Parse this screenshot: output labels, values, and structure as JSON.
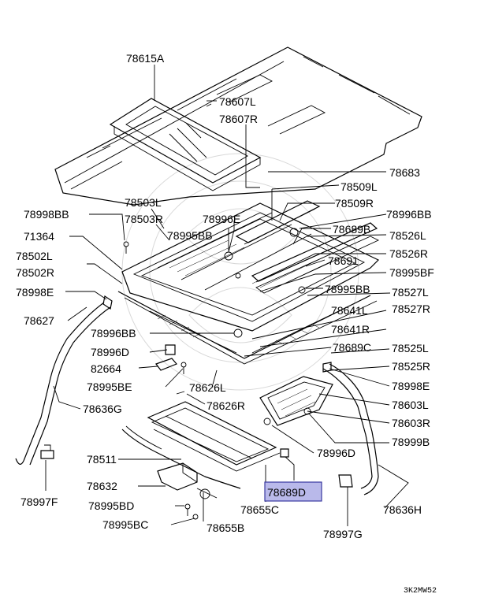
{
  "diagram_code": "3K2MW52",
  "highlight": {
    "part": "78689D",
    "color": "#b9b9ea"
  },
  "parts": [
    {
      "id": "78615A"
    },
    {
      "id": "78607L"
    },
    {
      "id": "78607R"
    },
    {
      "id": "78683"
    },
    {
      "id": "78509L"
    },
    {
      "id": "78509R"
    },
    {
      "id": "78503L"
    },
    {
      "id": "78503R"
    },
    {
      "id": "78996BB"
    },
    {
      "id": "78998BB"
    },
    {
      "id": "78996E"
    },
    {
      "id": "78995BB"
    },
    {
      "id": "71364"
    },
    {
      "id": "78689B"
    },
    {
      "id": "78526L"
    },
    {
      "id": "78502L"
    },
    {
      "id": "78526R"
    },
    {
      "id": "78502R"
    },
    {
      "id": "78691"
    },
    {
      "id": "78995BF"
    },
    {
      "id": "78998E"
    },
    {
      "id": "78995BB"
    },
    {
      "id": "78527L"
    },
    {
      "id": "78527R"
    },
    {
      "id": "78627"
    },
    {
      "id": "78641L"
    },
    {
      "id": "78996BB"
    },
    {
      "id": "78641R"
    },
    {
      "id": "78996D"
    },
    {
      "id": "78689C"
    },
    {
      "id": "78525L"
    },
    {
      "id": "82664"
    },
    {
      "id": "78525R"
    },
    {
      "id": "78995BE"
    },
    {
      "id": "78626L"
    },
    {
      "id": "78998E"
    },
    {
      "id": "78636G"
    },
    {
      "id": "78626R"
    },
    {
      "id": "78603L"
    },
    {
      "id": "78603R"
    },
    {
      "id": "78999B"
    },
    {
      "id": "78511"
    },
    {
      "id": "78996D"
    },
    {
      "id": "78632"
    },
    {
      "id": "78689D"
    },
    {
      "id": "78995BD"
    },
    {
      "id": "78655C"
    },
    {
      "id": "78636H"
    },
    {
      "id": "78997F"
    },
    {
      "id": "78995BC"
    },
    {
      "id": "78655B"
    },
    {
      "id": "78997G"
    }
  ]
}
